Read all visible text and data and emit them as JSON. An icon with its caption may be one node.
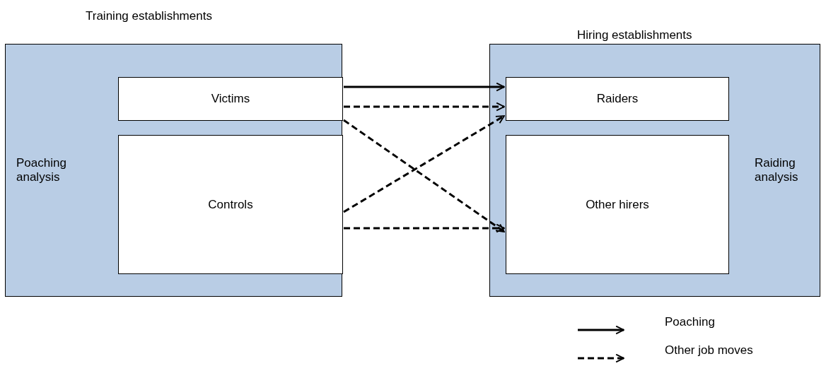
{
  "diagram": {
    "nodes": [
      {
        "text": [
          "Training establishments",
          "Poaching analysis"
        ]
      },
      {
        "text": [
          "Victims"
        ],
        "in": 0
      },
      {
        "text": [
          "Controls"
        ],
        "in": 0
      },
      {
        "text": [
          "Hiring establishments",
          "Raiding analysis"
        ]
      },
      {
        "text": [
          "Raiders"
        ],
        "in": 3
      },
      {
        "text": [
          "Other hirers"
        ],
        "in": 3
      }
    ],
    "edges": [
      {
        "from": 1,
        "to": 4,
        "arrow": "to"
      },
      {
        "from": 1,
        "to": 4,
        "arrow": "to",
        "style": "dashed"
      },
      {
        "from": 1,
        "to": 5,
        "arrow": "to",
        "style": "dashed"
      },
      {
        "from": 2,
        "to": 4,
        "arrow": "to",
        "style": "dashed"
      },
      {
        "from": 2,
        "to": 5,
        "arrow": "to",
        "style": "dashed"
      }
    ],
    "legend": [
      {
        "text": "Poaching"
      },
      {
        "text": "Other job moves"
      }
    ]
  }
}
